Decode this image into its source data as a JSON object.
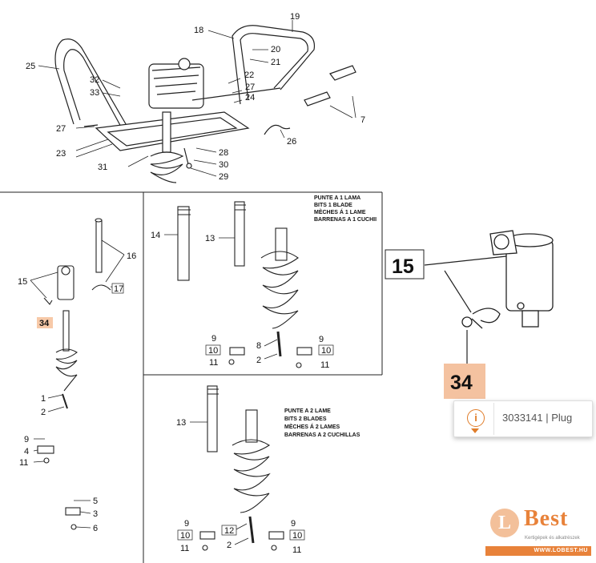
{
  "callouts_top": {
    "n19": "19",
    "n18": "18",
    "n20": "20",
    "n21": "21",
    "n25": "25",
    "n22": "22",
    "n32": "32",
    "n33": "33",
    "n27a": "27",
    "n24": "24",
    "n7": "7",
    "n27b": "27",
    "n23": "23",
    "n26": "26",
    "n28": "28",
    "n31": "31",
    "n30": "30",
    "n29": "29"
  },
  "callouts_left": {
    "n16": "16",
    "n15": "15",
    "n17": "17",
    "n34": "34",
    "n1": "1",
    "n2": "2",
    "n9": "9",
    "n4": "4",
    "n11": "11",
    "n5": "5",
    "n3": "3",
    "n6": "6"
  },
  "callouts_mid_top": {
    "n14": "14",
    "n13": "13",
    "n8": "8",
    "n9a": "9",
    "n10a": "10",
    "n11a": "11",
    "n2": "2",
    "n9b": "9",
    "n10b": "10",
    "n11b": "11"
  },
  "callouts_mid_bottom": {
    "n13": "13",
    "n12": "12",
    "n9a": "9",
    "n10a": "10",
    "n11a": "11",
    "n2": "2",
    "n9b": "9",
    "n10b": "10",
    "n11b": "11"
  },
  "caption_one_blade": [
    "PUNTE A 1 LAMA",
    "BITS 1 BLADE",
    "MÈCHES Á 1 LAME",
    "BARRENAS A 1 CUCHII"
  ],
  "caption_two_blades": [
    "PUNTE A 2 LAME",
    "BITS 2 BLADES",
    "MÈCHES Á 2 LAMES",
    "BARRENAS A 2 CUCHILLAS"
  ],
  "zoom": {
    "label15": "15",
    "label34": "34"
  },
  "tooltip": {
    "icon": "info-icon",
    "text": "3033141 | Plug"
  },
  "logo": {
    "mark": "L",
    "name": "Best",
    "tagline": "Kertigépek és alkatrészek",
    "url": "WWW.LOBEST.HU"
  },
  "colors": {
    "highlight": "#f7c9a8",
    "accent": "#e07d2a"
  }
}
